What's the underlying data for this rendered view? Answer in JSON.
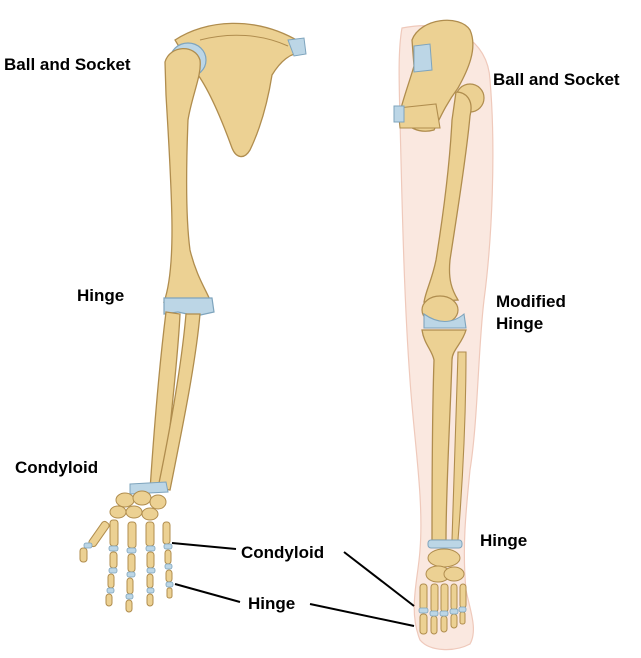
{
  "labels": {
    "arm_shoulder": "Ball and Socket",
    "arm_elbow": "Hinge",
    "arm_wrist": "Condyloid",
    "hip": "Ball and Socket",
    "knee_line1": "Modified",
    "knee_line2": "Hinge",
    "ankle": "Hinge",
    "digits_condyloid": "Condyloid",
    "digits_hinge": "Hinge"
  },
  "colors": {
    "bone": "#ecd193",
    "bone_stroke": "#b08d4e",
    "cartilage": "#bcd6e6",
    "cartilage_stroke": "#7ea4bd",
    "skin": "#fae8e0",
    "skin_stroke": "#efc9bb",
    "leader_line": "#000000"
  }
}
